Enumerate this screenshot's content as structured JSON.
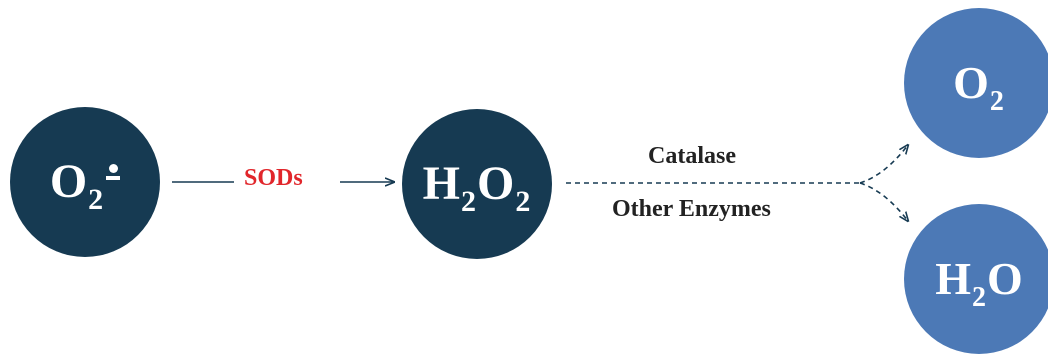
{
  "nodes": {
    "superoxide": {
      "base": "O",
      "subscript": "2"
    },
    "hydrogen_peroxide": {
      "base1": "H",
      "sub1": "2",
      "base2": "O",
      "sub2": "2"
    },
    "oxygen": {
      "base": "O",
      "subscript": "2"
    },
    "water": {
      "base1": "H",
      "sub1": "2",
      "base2": "O"
    }
  },
  "edges": {
    "sods_label": "SODs",
    "catalase_label": "Catalase",
    "other_enzymes_label": "Other Enzymes"
  },
  "colors": {
    "dark_node": "#163a52",
    "light_node": "#4c79b6",
    "enzyme_highlight": "#e1262b",
    "arrow": "#163a52"
  }
}
